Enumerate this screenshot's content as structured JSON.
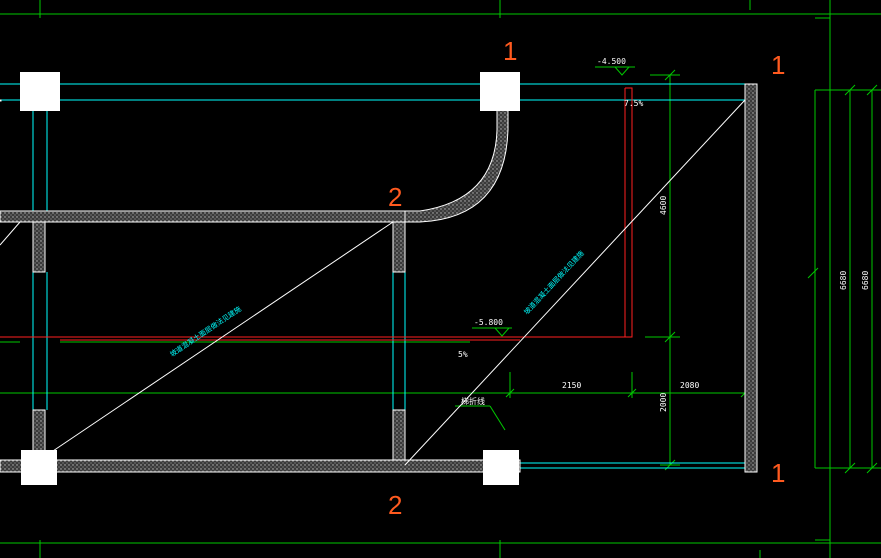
{
  "colors": {
    "background": "#000000",
    "grid": "#00c800",
    "cyan": "#00ffff",
    "red": "#ff2020",
    "white": "#ffffff",
    "orange": "#ff5a1f",
    "wall_fill": "#7a7a7a"
  },
  "section_marks": {
    "top_one": "1",
    "right_top_one": "1",
    "right_bottom_one": "1",
    "mid_two": "2",
    "bottom_two": "2"
  },
  "elevations": {
    "top": "-4.500",
    "mid": "-5.800"
  },
  "slopes": {
    "top": "7.5%",
    "mid": "5%"
  },
  "dimensions": {
    "d2150": "2150",
    "d2080": "2080",
    "d2000": "2000",
    "d4600": "4600",
    "d6680a": "6680",
    "d6680b": "6680"
  },
  "labels": {
    "folding_line": "梯折线",
    "ramp_note_left": "坡道混凝土面层做法见建施",
    "ramp_note_right": "坡道混凝土面层做法见建施"
  }
}
